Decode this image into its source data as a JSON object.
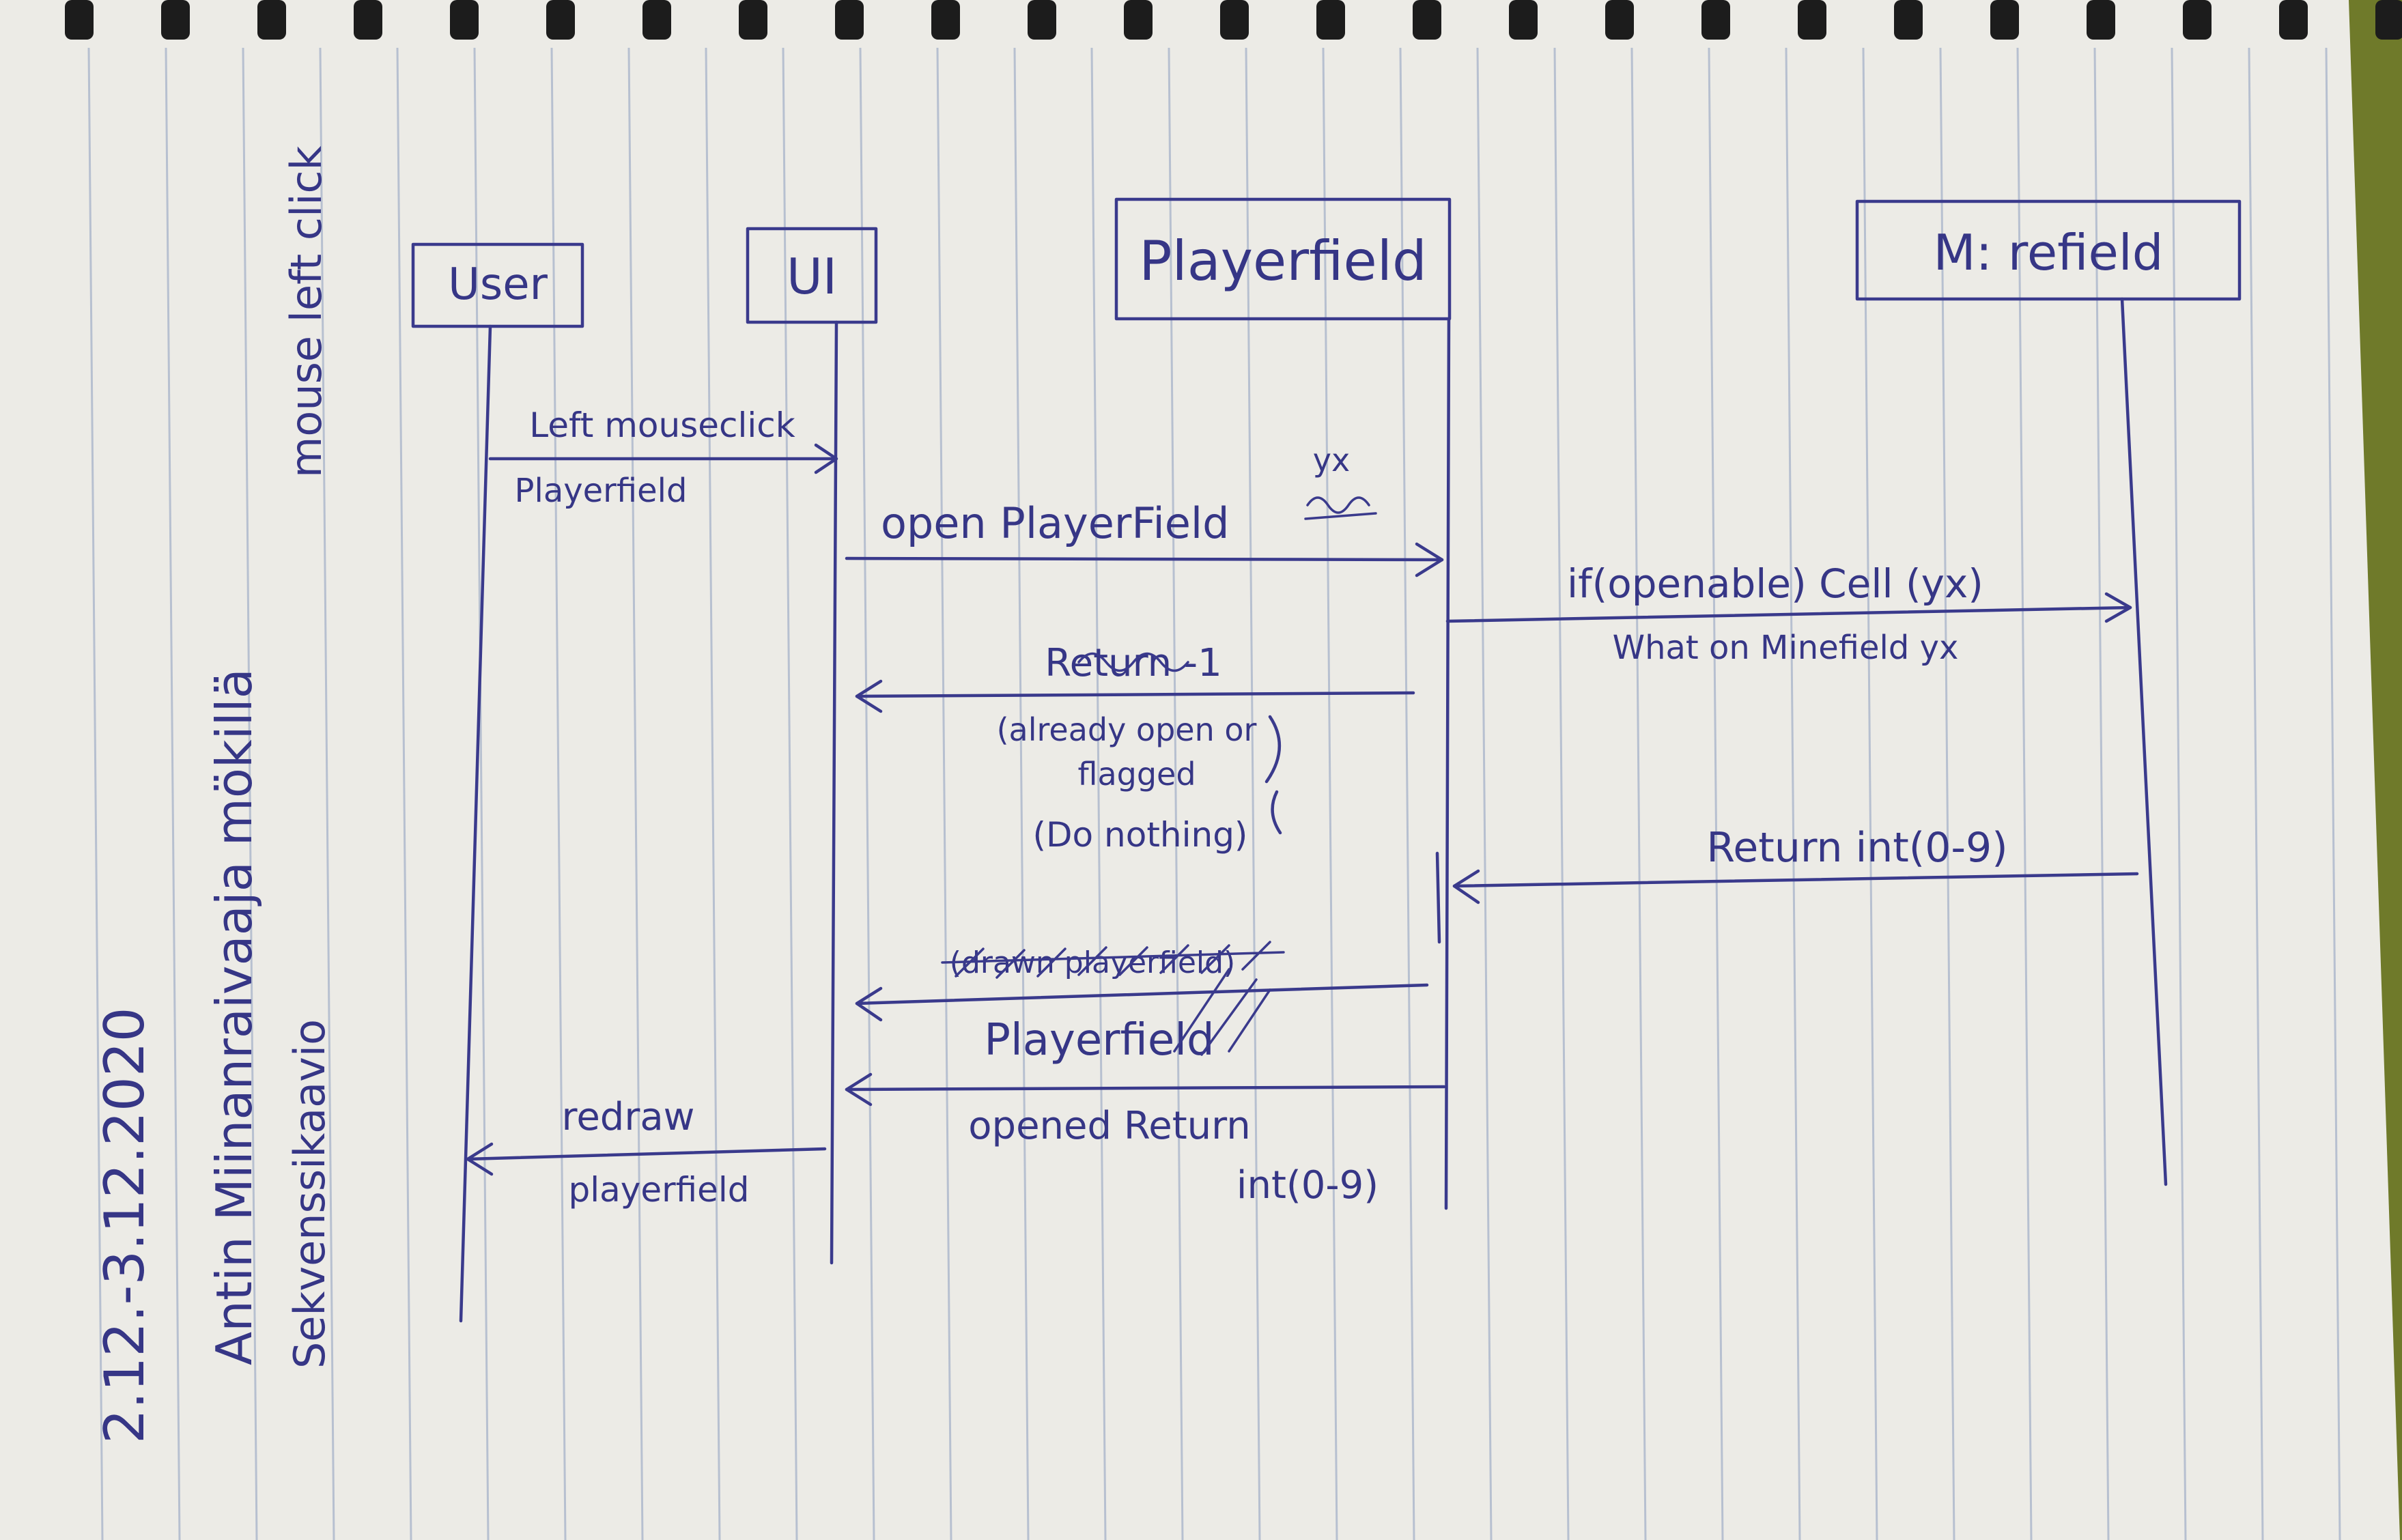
{
  "side_notes": {
    "line1": "2.12.-3.12.2020",
    "line2": "Antin Miinanraivaaja mökillä",
    "line3": "Sekvenssikaavio",
    "line4": "mouse left click"
  },
  "participants": {
    "user": "User",
    "ui": "UI",
    "playerfield": "Playerfield",
    "minefield": "M: refield"
  },
  "messages": {
    "m1_top": "Left mouseclick",
    "m1_bottom": "Playerfield",
    "m2_label": "open PlayerField",
    "m2_args": "yx",
    "m3_top": "if(openable) Cell (yx)",
    "m3_bottom": "What on Minefield yx",
    "m4_label": "Return -1",
    "m4_note1": "(already open or",
    "m4_note2": "flagged",
    "m4_note3": "(Do nothing)",
    "m5_label": "Return int(0-9)",
    "m6_struck": "(drawn playerfield)",
    "m6_label": "Playerfield",
    "m7_top": "opened Return",
    "m7_bottom": "int(0-9)",
    "m8_top": "redraw",
    "m8_bottom": "playerfield"
  },
  "colors": {
    "ink": "#3a3a8c",
    "paper": "#ecebe6",
    "rule": "#b7c0d0",
    "background": "#4a4a1c"
  }
}
